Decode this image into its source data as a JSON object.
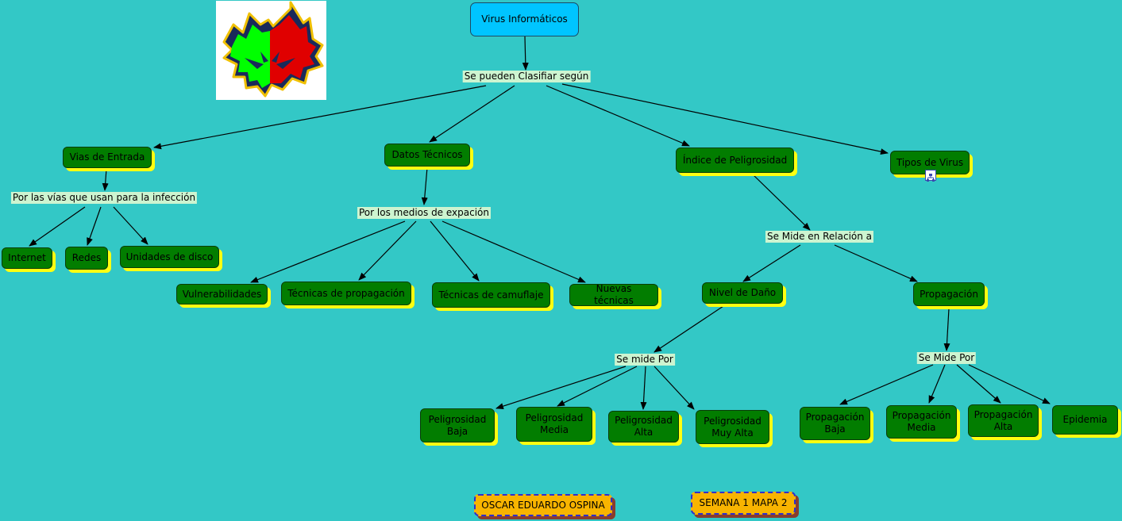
{
  "map": {
    "root": "Virus Informáticos",
    "classify_phrase": "Se pueden Clasifiar según",
    "branches": {
      "vias_entrada": {
        "label": "Vias de Entrada",
        "phrase": "Por las vías que usan para la infección",
        "children": [
          "Internet",
          "Redes",
          "Unidades de disco"
        ]
      },
      "datos_tecnicos": {
        "label": "Datos Técnicos",
        "phrase": "Por los medios de expación",
        "children": [
          "Vulnerabilidades",
          "Técnicas de propagación",
          "Técnicas de camuflaje",
          "Nuevas técnicas"
        ]
      },
      "indice_peligrosidad": {
        "label": "Índice de Peligrosidad",
        "phrase": "Se Mide en Relación a",
        "nivel_dano": {
          "label": "Nivel de Daño",
          "phrase": "Se mide Por",
          "children": [
            "Peligrosidad Baja",
            "Peligrosidad Media",
            "Peligrosidad Alta",
            "Peligrosidad Muy Alta"
          ]
        },
        "propagacion": {
          "label": "Propagación",
          "phrase": "Se Mide Por",
          "children": [
            "Propagación Baja",
            "Propagación Media",
            "Propagación Alta",
            "Epidemia"
          ]
        }
      },
      "tipos_virus": {
        "label": "Tipos de Virus",
        "icon": "sub-map-icon"
      }
    },
    "author": "OSCAR EDUARDO OSPINA",
    "session": "SEMANA 1 MAPA 2"
  },
  "colors": {
    "background": "#33c8c6",
    "concept_fill": "#027d00",
    "concept_shadow": "#ffff10",
    "root_fill": "#00c5ff",
    "phrase_fill": "#cdf4d0",
    "author_fill": "#f8b400",
    "author_border": "#2d2fd0"
  },
  "logo": {
    "icon": "virus-mask-logo",
    "colors": [
      "#00ff00",
      "#e00000",
      "#1a2a5a",
      "#f0c000"
    ]
  }
}
